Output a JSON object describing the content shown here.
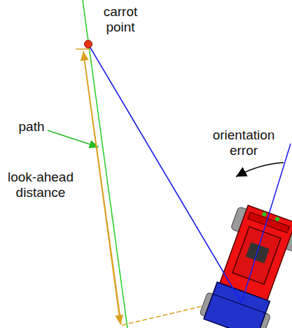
{
  "diagram": {
    "labels": [
      "carrot point",
      "path",
      "look-ahead distance",
      "orientation error"
    ]
  }
}
